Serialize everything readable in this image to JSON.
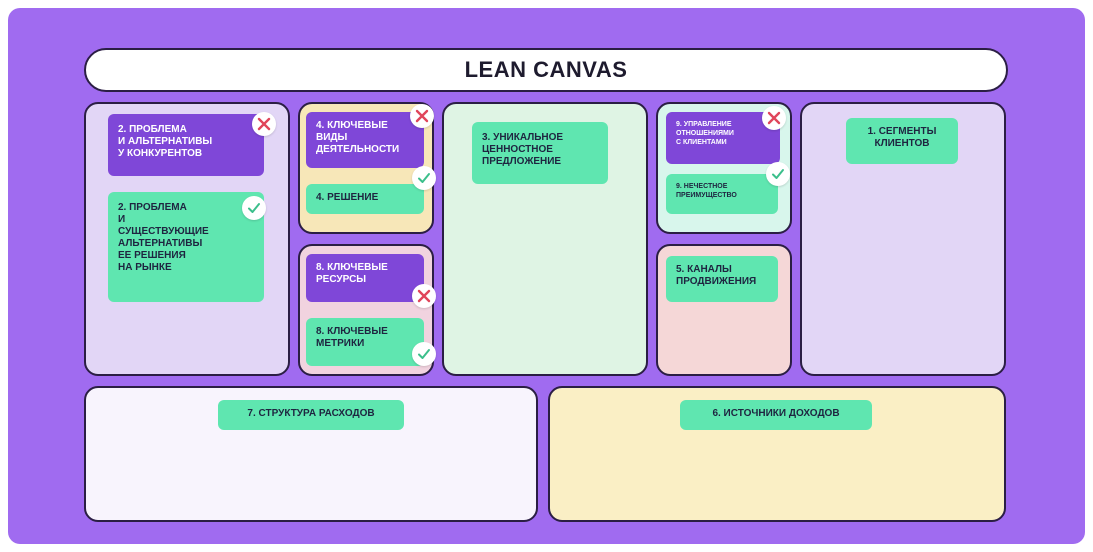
{
  "title": "LEAN CANVAS",
  "colors": {
    "frame": "#a06bf0",
    "green_label": "#5fe6b0",
    "purple_label": "#7f47d8",
    "cross": "#e0455a",
    "check": "#3bbf8b"
  },
  "blocks": {
    "problem": {
      "competitors": "2. ПРОБЛЕМА\nИ АЛЬТЕРНАТИВЫ\nУ КОНКУРЕНТОВ",
      "market": "2. ПРОБЛЕМА\nИ\nСУЩЕСТВУЮЩИЕ\nАЛЬТЕРНАТИВЫ\nЕЕ РЕШЕНИЯ\nНА РЫНКЕ"
    },
    "activities": {
      "key_activities": "4. КЛЮЧЕВЫЕ\nВИДЫ\nДЕЯТЕЛЬНОСТИ",
      "solution": "4. РЕШЕНИЕ"
    },
    "resources": {
      "key_resources": "8. КЛЮЧЕВЫЕ\nРЕСУРСЫ",
      "key_metrics": "8. КЛЮЧЕВЫЕ\nМЕТРИКИ"
    },
    "uvp": "3. УНИКАЛЬНОЕ\nЦЕННОСТНОЕ\nПРЕДЛОЖЕНИЕ",
    "relations": {
      "relationships": "9. УПРАВЛЕНИЕ\nОТНОШЕНИЯМИ\nС КЛИЕНТАМИ",
      "advantage": "9. НЕЧЕСТНОЕ\nПРЕИМУЩЕСТВО"
    },
    "channels": "5. КАНАЛЫ\nПРОДВИЖЕНИЯ",
    "segments": "1. СЕГМЕНТЫ\nКЛИЕНТОВ",
    "costs": "7. СТРУКТУРА РАСХОДОВ",
    "revenue": "6. ИСТОЧНИКИ ДОХОДОВ"
  },
  "marks": {
    "problem_competitors": "cross",
    "problem_market": "check",
    "key_activities": "cross",
    "solution": "check",
    "key_resources": "cross",
    "key_metrics": "check",
    "relationships": "cross",
    "advantage": "check"
  }
}
